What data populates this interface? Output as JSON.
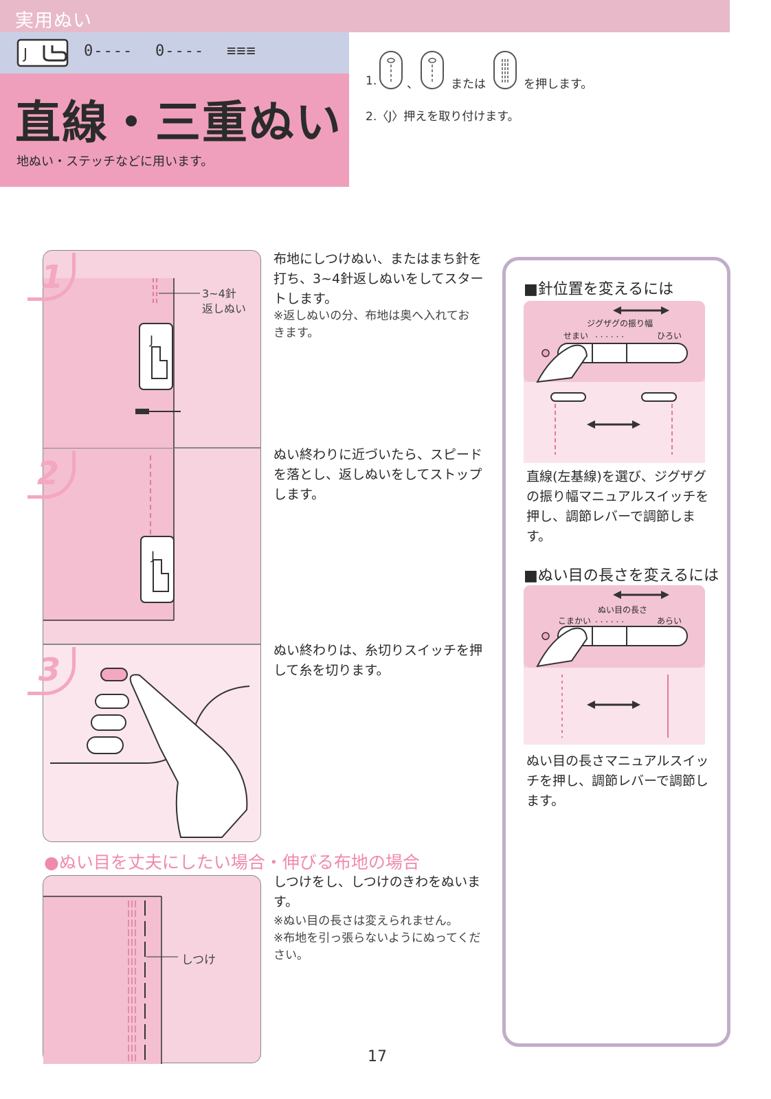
{
  "header": {
    "category": "実用ぬい",
    "foot_code": "J",
    "symbol_1": "0----",
    "symbol_2": "0----",
    "symbol_3": "≡≡≡",
    "title": "直線・三重ぬい",
    "subtitle": "地ぬい・ステッチなどに用います。"
  },
  "instructions": {
    "step1_num": "1.",
    "sep": "、",
    "or_text": "または",
    "push_text": "を押します。",
    "step2": "2.〈J〉押えを取り付けます。"
  },
  "steps": [
    {
      "number": "1",
      "text": "布地にしつけぬい、またはまち針を打ち、3~4針返しぬいをしてスタートします。",
      "note": "※返しぬいの分、布地は奥へ入れておきます。",
      "callout_line1": "3~4針",
      "callout_line2": "返しぬい",
      "foot_letter": "J"
    },
    {
      "number": "2",
      "text": "ぬい終わりに近づいたら、スピードを落とし、返しぬいをしてストップします。",
      "foot_letter": "J"
    },
    {
      "number": "3",
      "text": "ぬい終わりは、糸切りスイッチを押して糸を切ります。"
    }
  ],
  "strong_section": {
    "heading": "●ぬい目を丈夫にしたい場合・伸びる布地の場合",
    "text": "しつけをし、しつけのきわをぬいます。",
    "note1": "※ぬい目の長さは変えられません。",
    "note2": "※布地を引っ張らないようにぬってください。",
    "callout": "しつけ"
  },
  "info_box": {
    "needle_heading": "■針位置を変えるには",
    "needle_slider_title": "ジグザグの振り幅",
    "needle_left": "せまい",
    "needle_right": "ひろい",
    "needle_text": "直線(左基線)を選び、ジグザグの振り幅マニュアルスイッチを押し、調節レバーで調節します。",
    "length_heading": "■ぬい目の長さを変えるには",
    "length_slider_title": "ぬい目の長さ",
    "length_left": "こまかい",
    "length_right": "あらい",
    "length_text": "ぬい目の長さマニュアルスイッチを押し、調節レバーで調節します。",
    "dots": ". . . . . ."
  },
  "page_number": "17",
  "colors": {
    "pink": "#ef9fbb",
    "light_pink": "#f6d3df",
    "lavender": "#c9d0e6",
    "box_border": "#c0aec9"
  }
}
